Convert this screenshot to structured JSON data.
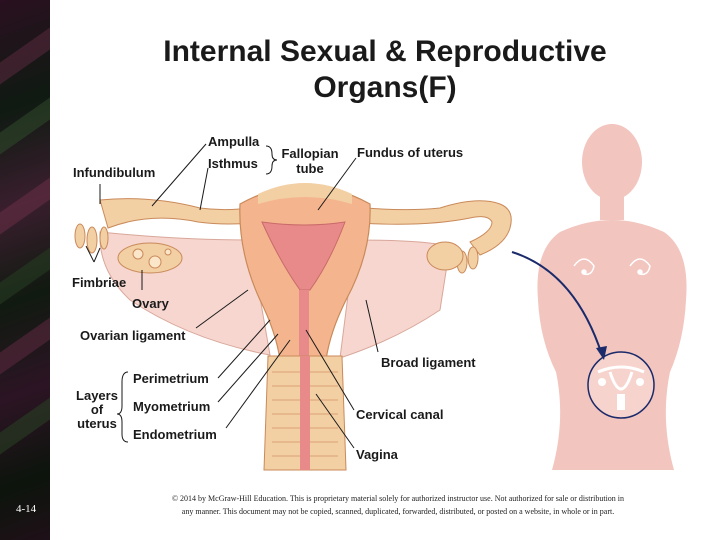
{
  "slide": {
    "title_line1": "Internal Sexual & Reproductive",
    "title_line2": "Organs(F)",
    "page_number": "4-14",
    "copyright_line1": "© 2014 by McGraw-Hill Education.  This is proprietary material solely for authorized instructor use.  Not authorized for sale or distribution in",
    "copyright_line2": "any manner.  This document may not be copied, scanned, duplicated, forwarded, distributed, or posted on a website, in whole or in part."
  },
  "labels": {
    "ampulla": "Ampulla",
    "isthmus": "Isthmus",
    "fallopian_1": "Fallopian",
    "fallopian_2": "tube",
    "fundus": "Fundus of uterus",
    "infundibulum": "Infundibulum",
    "fimbriae": "Fimbriae",
    "ovary": "Ovary",
    "ovarian_ligament": "Ovarian ligament",
    "broad_ligament": "Broad ligament",
    "layers_1": "Layers",
    "layers_2": "of",
    "layers_3": "uterus",
    "perimetrium": "Perimetrium",
    "myometrium": "Myometrium",
    "endometrium": "Endometrium",
    "cervical_canal": "Cervical canal",
    "vagina": "Vagina"
  },
  "colors": {
    "tissue": "#f3cfa4",
    "uterus": "#f4b58e",
    "cavity": "#e98a8a",
    "ligament": "#f6d6cf",
    "silhouette": "#f2c5bf",
    "arrow": "#1a2a6a"
  }
}
